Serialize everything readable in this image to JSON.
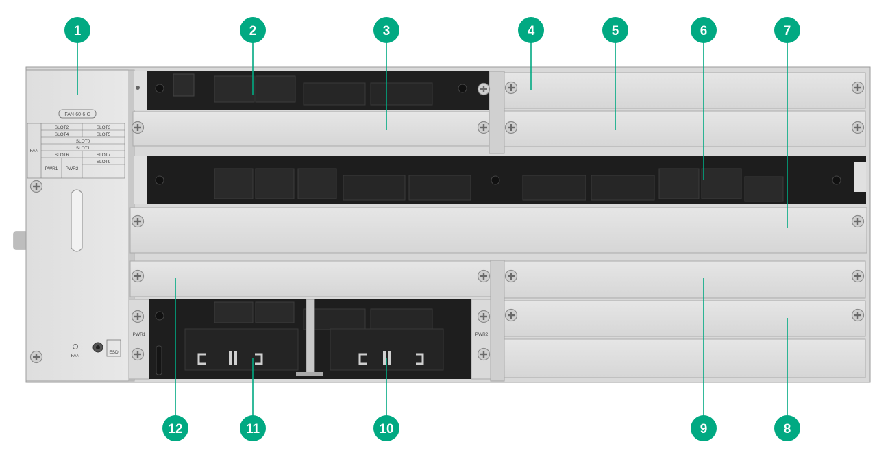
{
  "callouts": [
    {
      "id": "c1",
      "number": "1"
    },
    {
      "id": "c2",
      "number": "2"
    },
    {
      "id": "c3",
      "number": "3"
    },
    {
      "id": "c4",
      "number": "4"
    },
    {
      "id": "c5",
      "number": "5"
    },
    {
      "id": "c6",
      "number": "6"
    },
    {
      "id": "c7",
      "number": "7"
    },
    {
      "id": "c8",
      "number": "8"
    },
    {
      "id": "c9",
      "number": "9"
    },
    {
      "id": "c10",
      "number": "10"
    },
    {
      "id": "c11",
      "number": "11"
    },
    {
      "id": "c12",
      "number": "12"
    }
  ],
  "fan_tray": {
    "model": "FAN-60-6-C",
    "side_label": "FAN",
    "slot_map": {
      "row1": [
        "SLOT2",
        "SLOT3"
      ],
      "row2": [
        "SLOT4",
        "SLOT5"
      ],
      "row3": "SLOT0",
      "row4": "SLOT1",
      "row5": [
        "SLOT6",
        "SLOT7"
      ],
      "row6": [
        "PWR1",
        "PWR2",
        "SLOT9"
      ]
    },
    "led_label": "FAN",
    "esd_label": "ESD"
  },
  "power_labels": {
    "left": "PWR1",
    "right": "PWR2"
  },
  "colors": {
    "callout_fill": "#01a982",
    "callout_line": "#01a982",
    "chassis": "#dcdcdc",
    "dark_slot": "#1e1e1e"
  }
}
